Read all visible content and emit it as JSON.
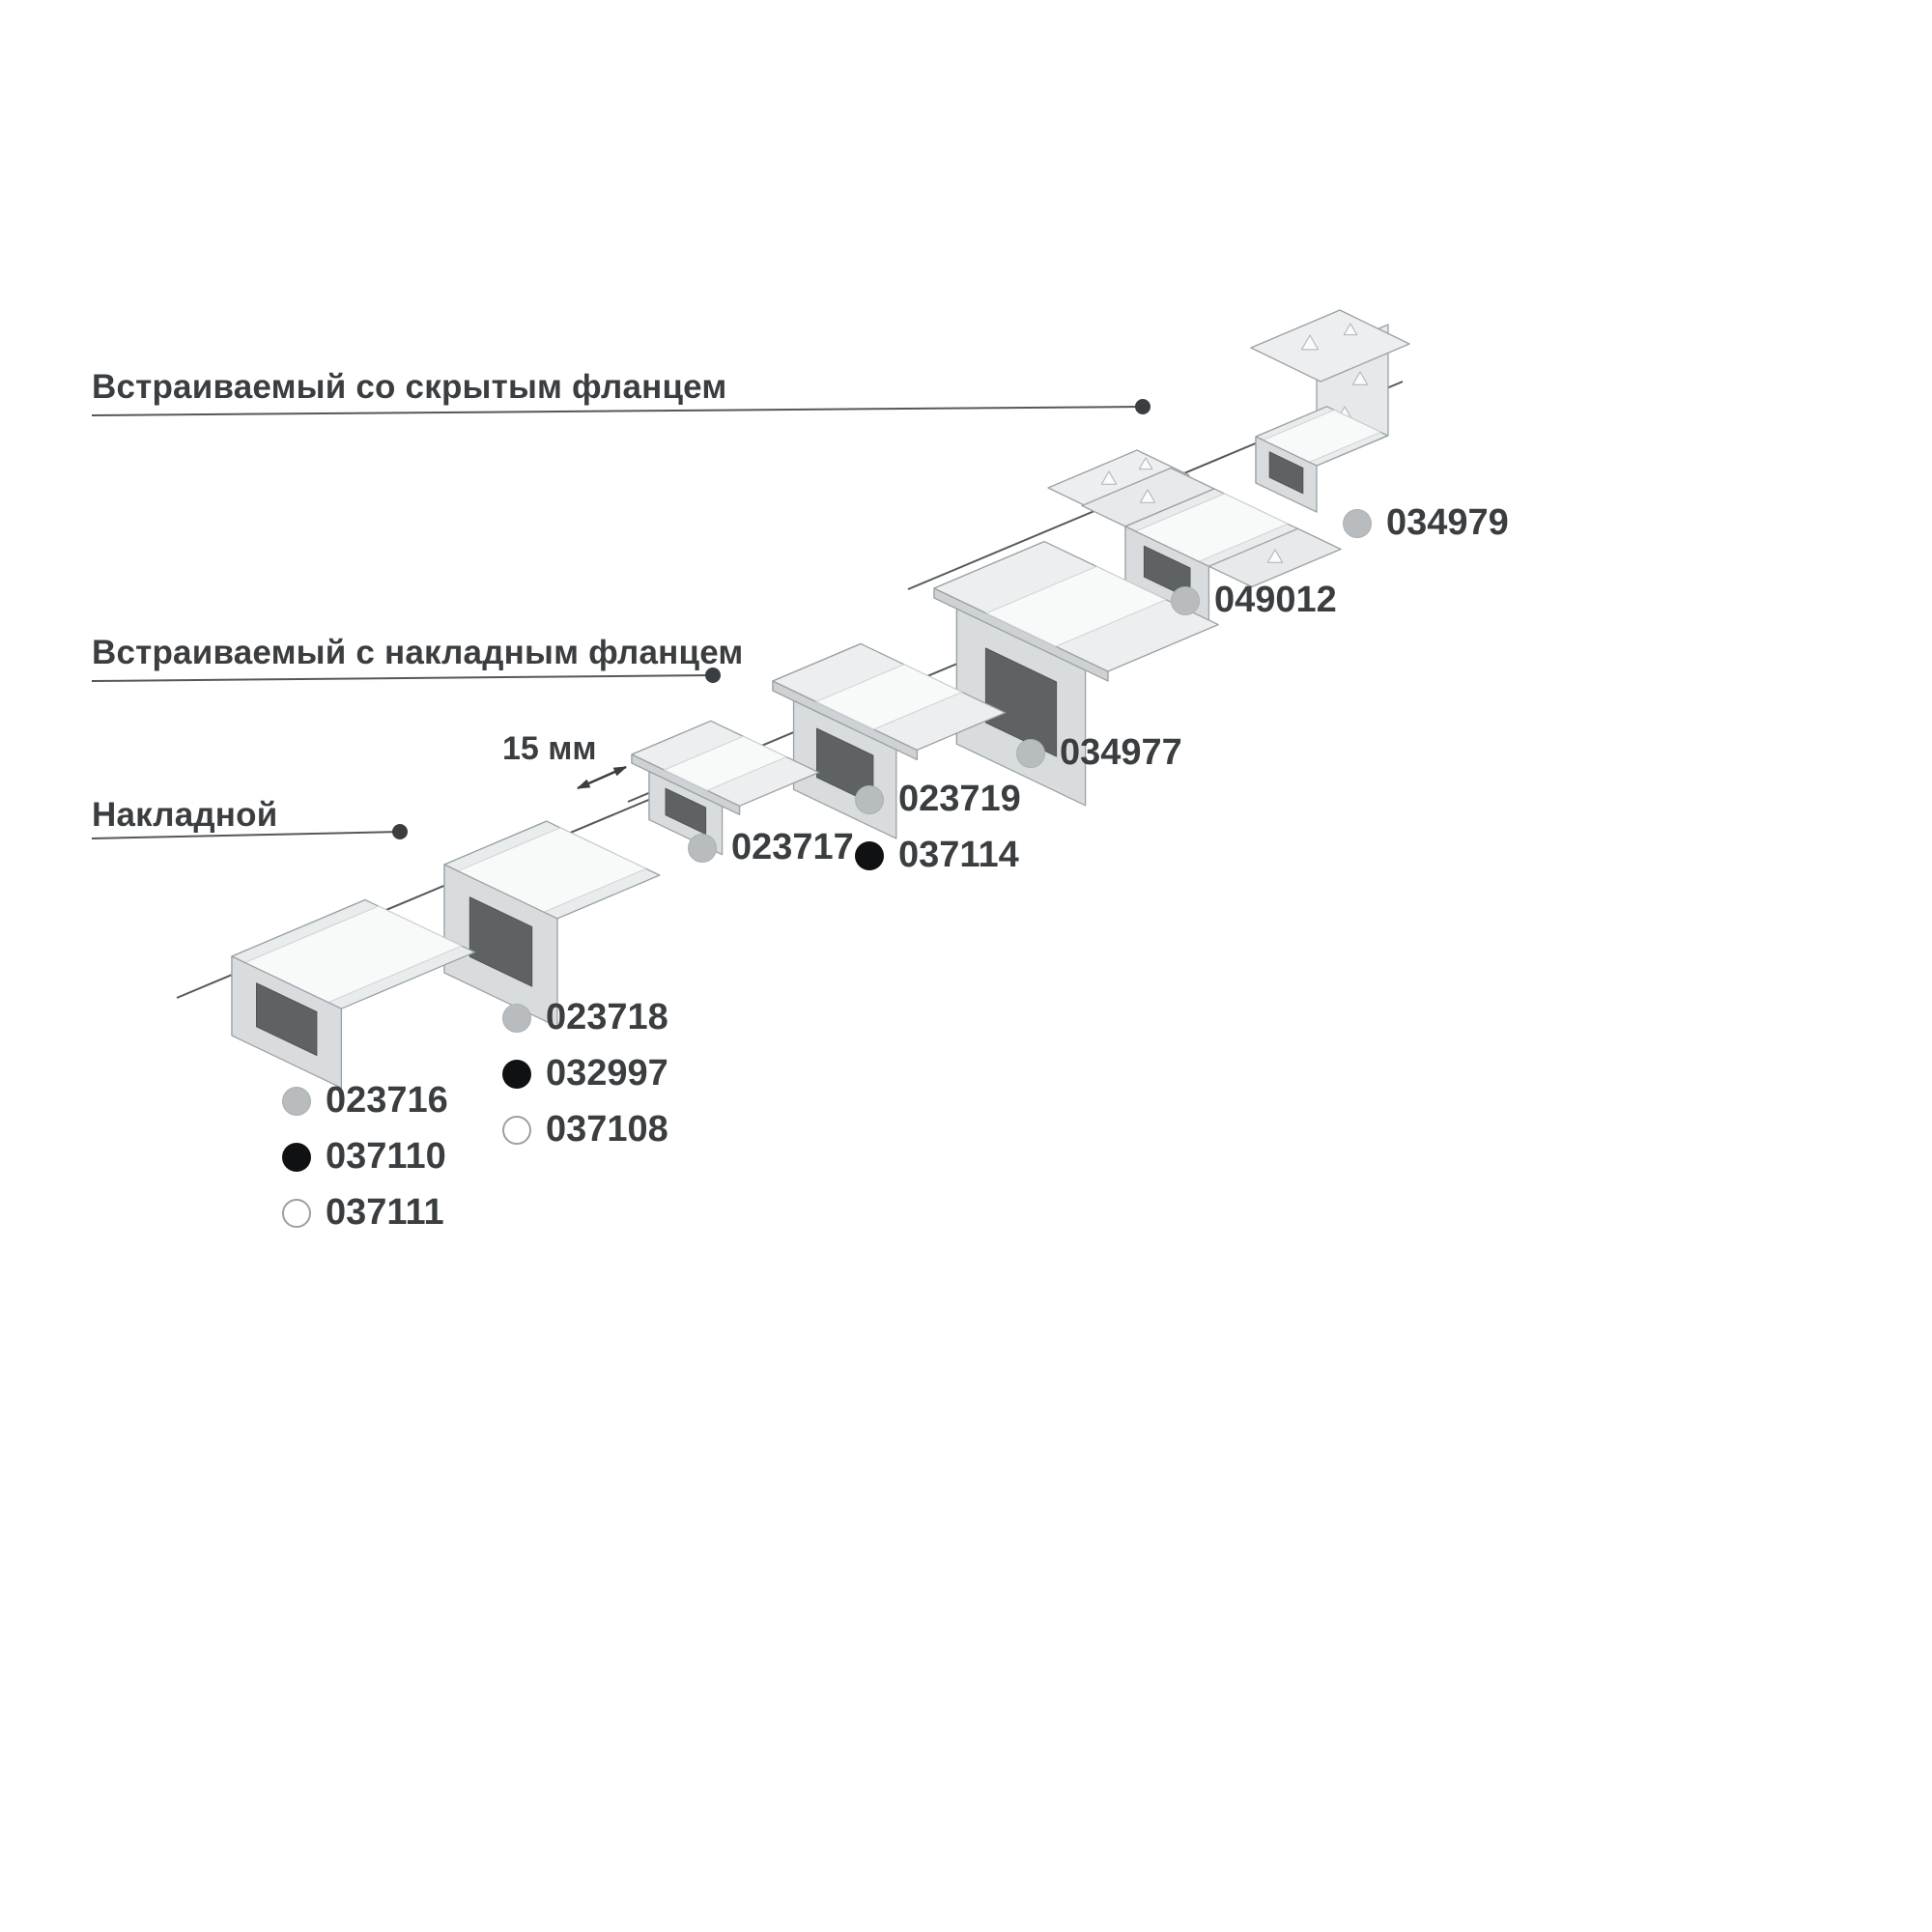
{
  "categories": [
    {
      "name": "recessed-hidden-flange",
      "label": "Встраиваемый со скрытым фланцем"
    },
    {
      "name": "recessed-surface-flange",
      "label": "Встраиваемый с накладным фланцем"
    },
    {
      "name": "surface-mounted",
      "label": "Накладной"
    }
  ],
  "dimension_label": "15 мм",
  "product_groups": [
    {
      "name": "surface-profile-small",
      "category": "surface-mounted",
      "codes": [
        {
          "code": "023716",
          "marker": "gray"
        },
        {
          "code": "037110",
          "marker": "black"
        },
        {
          "code": "037111",
          "marker": "white"
        }
      ]
    },
    {
      "name": "surface-profile-tall",
      "category": "surface-mounted",
      "codes": [
        {
          "code": "023718",
          "marker": "gray"
        },
        {
          "code": "032997",
          "marker": "black"
        },
        {
          "code": "037108",
          "marker": "white"
        }
      ]
    },
    {
      "name": "recessed-profile-small",
      "category": "recessed-surface-flange",
      "codes": [
        {
          "code": "023717",
          "marker": "gray"
        }
      ]
    },
    {
      "name": "recessed-profile-mid",
      "category": "recessed-surface-flange",
      "codes": [
        {
          "code": "023719",
          "marker": "gray"
        },
        {
          "code": "037114",
          "marker": "black"
        }
      ]
    },
    {
      "name": "recessed-profile-large",
      "category": "recessed-surface-flange",
      "codes": [
        {
          "code": "034977",
          "marker": "gray"
        }
      ]
    },
    {
      "name": "hidden-flange-profile",
      "category": "recessed-hidden-flange",
      "codes": [
        {
          "code": "049012",
          "marker": "gray"
        }
      ]
    },
    {
      "name": "hidden-flange-corner-profile",
      "category": "recessed-hidden-flange",
      "codes": [
        {
          "code": "034979",
          "marker": "gray"
        }
      ]
    }
  ],
  "marker_colors": {
    "gray": "#b8bcbe",
    "black": "#101113",
    "white": "#ffffff"
  },
  "line_color": "#55585a",
  "text_color": "#3b3e40"
}
